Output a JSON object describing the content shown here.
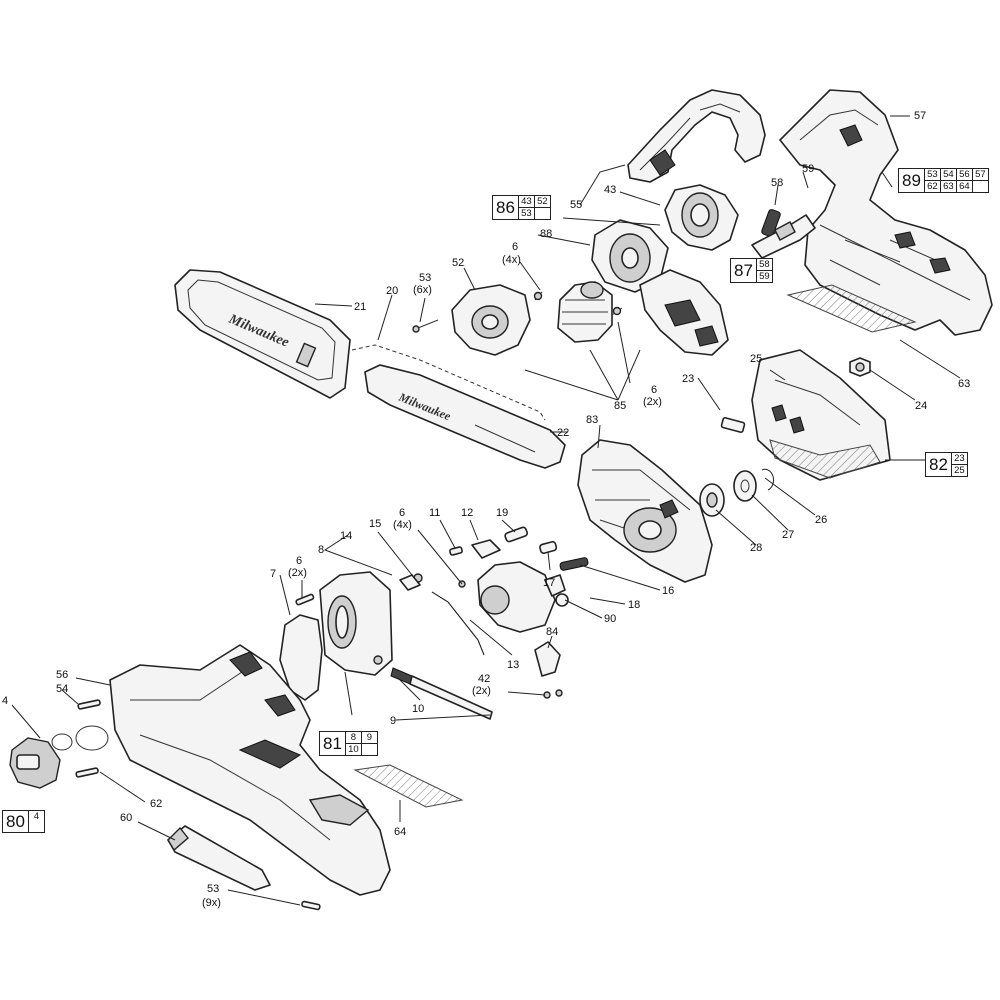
{
  "diagram": {
    "callouts": [
      {
        "key": "c57",
        "text": "57"
      },
      {
        "key": "c59",
        "text": "59"
      },
      {
        "key": "c58",
        "text": "58"
      },
      {
        "key": "c43",
        "text": "43"
      },
      {
        "key": "c55",
        "text": "55"
      },
      {
        "key": "c88",
        "text": "88"
      },
      {
        "key": "c6a",
        "text": "6"
      },
      {
        "key": "c4xa",
        "text": "(4x)"
      },
      {
        "key": "c52",
        "text": "52"
      },
      {
        "key": "c53a",
        "text": "53"
      },
      {
        "key": "c6xa",
        "text": "(6x)"
      },
      {
        "key": "c20",
        "text": "20"
      },
      {
        "key": "c21",
        "text": "21"
      },
      {
        "key": "c22",
        "text": "22"
      },
      {
        "key": "c85",
        "text": "85"
      },
      {
        "key": "c6b",
        "text": "6"
      },
      {
        "key": "c2xb",
        "text": "(2x)"
      },
      {
        "key": "c23",
        "text": "23"
      },
      {
        "key": "c25",
        "text": "25"
      },
      {
        "key": "c24",
        "text": "24"
      },
      {
        "key": "c63",
        "text": "63"
      },
      {
        "key": "c83",
        "text": "83"
      },
      {
        "key": "c26",
        "text": "26"
      },
      {
        "key": "c27",
        "text": "27"
      },
      {
        "key": "c28",
        "text": "28"
      },
      {
        "key": "c11",
        "text": "11"
      },
      {
        "key": "c12",
        "text": "12"
      },
      {
        "key": "c19",
        "text": "19"
      },
      {
        "key": "c6c",
        "text": "6"
      },
      {
        "key": "c4xc",
        "text": "(4x)"
      },
      {
        "key": "c15",
        "text": "15"
      },
      {
        "key": "c14",
        "text": "14"
      },
      {
        "key": "c8",
        "text": "8"
      },
      {
        "key": "c6d",
        "text": "6"
      },
      {
        "key": "c2xd",
        "text": "(2x)"
      },
      {
        "key": "c7",
        "text": "7"
      },
      {
        "key": "c17",
        "text": "17"
      },
      {
        "key": "c16",
        "text": "16"
      },
      {
        "key": "c18",
        "text": "18"
      },
      {
        "key": "c90",
        "text": "90"
      },
      {
        "key": "c84",
        "text": "84"
      },
      {
        "key": "c13",
        "text": "13"
      },
      {
        "key": "c42",
        "text": "42"
      },
      {
        "key": "c2xe",
        "text": "(2x)"
      },
      {
        "key": "c10",
        "text": "10"
      },
      {
        "key": "c9",
        "text": "9"
      },
      {
        "key": "c56",
        "text": "56"
      },
      {
        "key": "c54",
        "text": "54"
      },
      {
        "key": "c4",
        "text": "4"
      },
      {
        "key": "c62",
        "text": "62"
      },
      {
        "key": "c60",
        "text": "60"
      },
      {
        "key": "c64",
        "text": "64"
      },
      {
        "key": "c53b",
        "text": "53"
      },
      {
        "key": "c9xb",
        "text": "(9x)"
      }
    ],
    "kits": [
      {
        "key": "k86",
        "number": "86",
        "parts": [
          "43",
          "52",
          "53",
          ""
        ],
        "cols": 2
      },
      {
        "key": "k89",
        "number": "89",
        "parts": [
          "53",
          "54",
          "56",
          "57",
          "62",
          "63",
          "64",
          ""
        ],
        "cols": 4
      },
      {
        "key": "k87",
        "number": "87",
        "parts": [
          "58",
          "59"
        ],
        "cols": 1
      },
      {
        "key": "k82",
        "number": "82",
        "parts": [
          "23",
          "25"
        ],
        "cols": 1
      },
      {
        "key": "k81",
        "number": "81",
        "parts": [
          "8",
          "9",
          "10",
          ""
        ],
        "cols": 2
      },
      {
        "key": "k80",
        "number": "80",
        "parts": [
          "4"
        ],
        "cols": 1
      }
    ],
    "brand_logo": "Milwaukee"
  }
}
